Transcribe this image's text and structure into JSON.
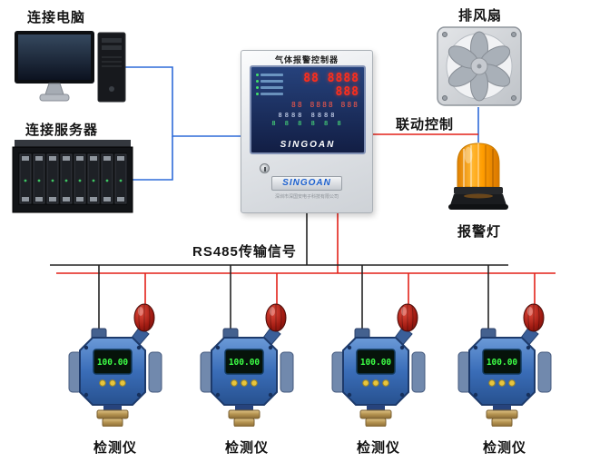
{
  "labels": {
    "connect_computer": "连接电脑",
    "connect_server": "连接服务器",
    "exhaust_fan": "排风扇",
    "linkage_control": "联动控制",
    "alarm_light": "报警灯",
    "rs485_signal": "RS485传输信号"
  },
  "controller": {
    "title": "气体报警控制器",
    "brand": "SINGOAN",
    "company": "深圳市深国安电子科技有限公司",
    "display": {
      "row1": "88 8888 888",
      "row2": "88 8888 888",
      "row_white": "8888 8888",
      "row_green": "8 8 8 8 8 8"
    }
  },
  "detectors": [
    {
      "label": "检测仪",
      "reading": "100.00"
    },
    {
      "label": "检测仪",
      "reading": "100.00"
    },
    {
      "label": "检测仪",
      "reading": "100.00"
    },
    {
      "label": "检测仪",
      "reading": "100.00"
    }
  ],
  "colors": {
    "wire_blue": "#2e6bd8",
    "wire_red": "#e32119",
    "wire_black": "#232323",
    "detector_body": "#3a6db8",
    "beacon_orange": "#ff9d00"
  }
}
